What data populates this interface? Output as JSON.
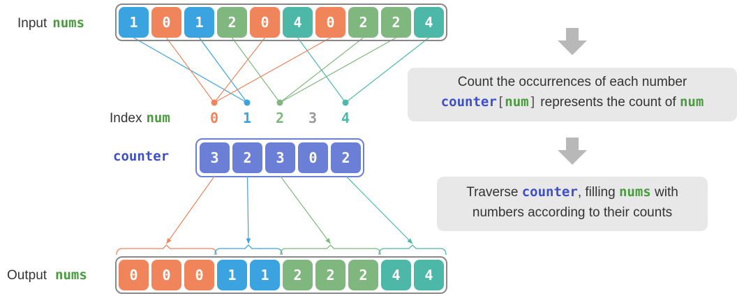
{
  "labels": {
    "input_prefix": "Input",
    "input_var": "nums",
    "index_prefix": "Index",
    "index_var": "num",
    "counter_label": "counter",
    "output_prefix": "Output",
    "output_var": "nums"
  },
  "input_nums": [
    1,
    0,
    1,
    2,
    0,
    4,
    0,
    2,
    2,
    4
  ],
  "index_values": [
    0,
    1,
    2,
    3,
    4
  ],
  "counter_values": [
    3,
    2,
    3,
    0,
    2
  ],
  "output_nums": [
    0,
    0,
    0,
    1,
    1,
    2,
    2,
    2,
    4,
    4
  ],
  "note1": {
    "line1": "Count the occurrences of each number",
    "code_counter": "counter",
    "code_open": "[",
    "code_num": "num",
    "code_close": "]",
    "line2_text": " represents the count of ",
    "code_num2": "num"
  },
  "note2": {
    "prefix": "Traverse ",
    "code_counter": "counter",
    "middle": ", filling ",
    "code_nums": "nums",
    "suffix_line1": " with",
    "line2": "numbers according to their counts"
  },
  "colors": {
    "0": "#f0845a",
    "1": "#3ba3e0",
    "2": "#7fb77e",
    "3": "#9a9a9a",
    "4": "#4db8a8",
    "counter": "#6b7fd6",
    "arrow": "#b8b8b8",
    "note_bg": "#e8e8e8"
  }
}
